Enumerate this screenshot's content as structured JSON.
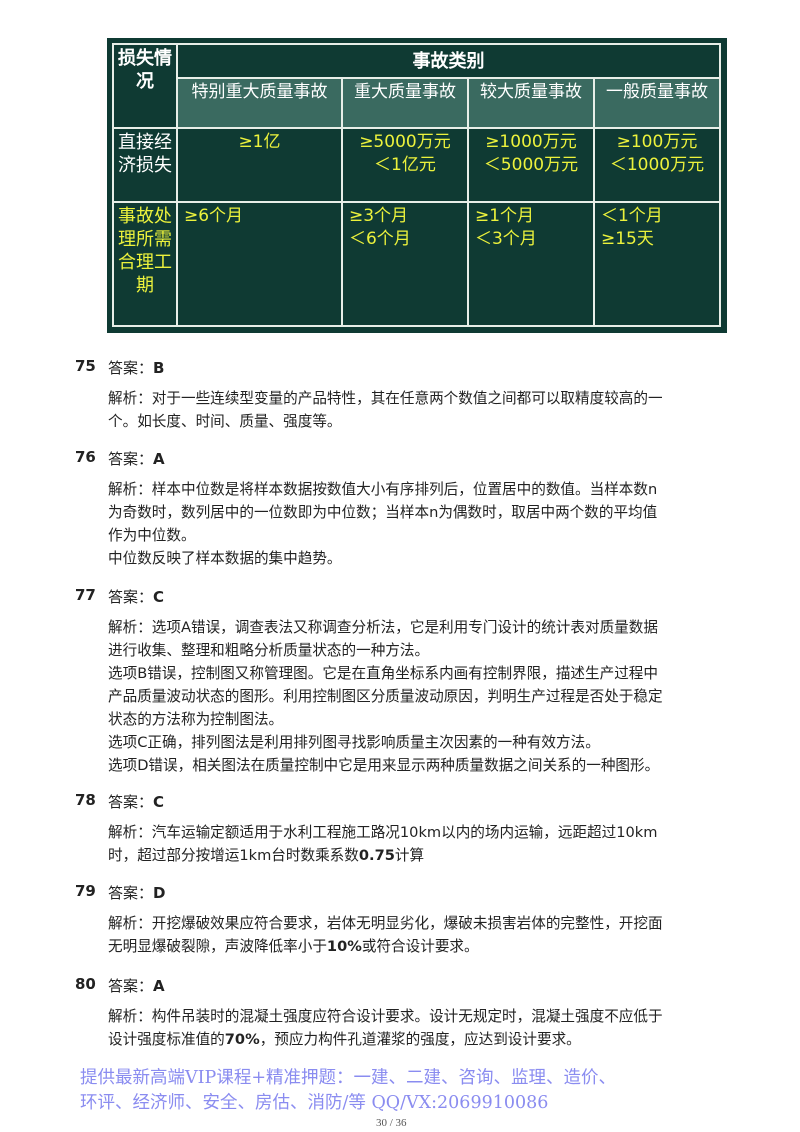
{
  "table": {
    "corner": "损失情况",
    "group_header": "事故类别",
    "categories": [
      "特别重大质量事故",
      "重大质量事故",
      "较大质量事故",
      "一般质量事故"
    ],
    "rows": [
      {
        "label": "直接经济损失",
        "cells": [
          [
            "≥1亿"
          ],
          [
            "≥5000万元",
            "＜1亿元"
          ],
          [
            "≥1000万元",
            "＜5000万元"
          ],
          [
            "≥100万元",
            "＜1000万元"
          ]
        ]
      },
      {
        "label": "事故处理所需合理工期",
        "cells": [
          [
            "≥6个月"
          ],
          [
            "≥3个月",
            "＜6个月"
          ],
          [
            "≥1个月",
            "＜3个月"
          ],
          [
            "＜1个月",
            "≥15天"
          ]
        ]
      }
    ]
  },
  "answer_label": "答案：",
  "questions": [
    {
      "num": "75",
      "answer": "B",
      "lines": [
        [
          "解析：对于一些连续型变量的产品特性，其在任意两个数值之间都可以取精度较高的一"
        ],
        [
          "个。如长度、时间、质量、强度等。"
        ]
      ]
    },
    {
      "num": "76",
      "answer": "A",
      "lines": [
        [
          "解析：样本中位数是将样本数据按数值大小有序排列后，位置居中的数值。当样本数n"
        ],
        [
          "为奇数时，数列居中的一位数即为中位数；当样本n为偶数时，取居中两个数的平均值"
        ],
        [
          "作为中位数。"
        ],
        [
          "中位数反映了样本数据的集中趋势。"
        ]
      ]
    },
    {
      "num": "77",
      "answer": "C",
      "lines": [
        [
          "解析：选项A错误，调查表法又称调查分析法，它是利用专门设计的统计表对质量数据"
        ],
        [
          "进行收集、整理和粗略分析质量状态的一种方法。"
        ],
        [
          "选项B错误，控制图又称管理图。它是在直角坐标系内画有控制界限，描述生产过程中"
        ],
        [
          "产品质量波动状态的图形。利用控制图区分质量波动原因，判明生产过程是否处于稳定"
        ],
        [
          "状态的方法称为控制图法。"
        ],
        [
          "选项C正确，排列图法是利用排列图寻找影响质量主次因素的一种有效方法。"
        ],
        [
          "选项D错误，相关图法在质量控制中它是用来显示两种质量数据之间关系的一种图形。"
        ]
      ]
    },
    {
      "num": "78",
      "answer": "C",
      "lines": [
        [
          "解析：汽车运输定额适用于水利工程施工路况10km以内的场内运输，远距超过10km"
        ],
        [
          "时，超过部分按增运1km台时数乘系数",
          "0.75",
          "计算"
        ]
      ]
    },
    {
      "num": "79",
      "answer": "D",
      "lines": [
        [
          "解析：开挖爆破效果应符合要求，岩体无明显劣化，爆破未损害岩体的完整性，开挖面"
        ],
        [
          "无明显爆破裂隙，声波降低率小于",
          "10%",
          "或符合设计要求。"
        ]
      ]
    },
    {
      "num": "80",
      "answer": "A",
      "lines": [
        [
          "解析：构件吊装时的混凝土强度应符合设计要求。设计无规定时，混凝土强度不应低于"
        ],
        [
          "设计强度标准值的",
          "70%",
          "，预应力构件孔道灌浆的强度，应达到设计要求。"
        ]
      ]
    }
  ],
  "footer": {
    "line1": "提供最新高端VIP课程+精准押题：一建、二建、咨询、监理、造价、",
    "line2": "环评、经济师、安全、房估、消防/等  QQ/VX:2069910086"
  },
  "page_number": "30 / 36",
  "colors": {
    "table_bg": "#0f3a33",
    "header_bg": "#3a6a60",
    "highlight_text": "#ecf23c",
    "footer_text": "#8a8cf0"
  }
}
